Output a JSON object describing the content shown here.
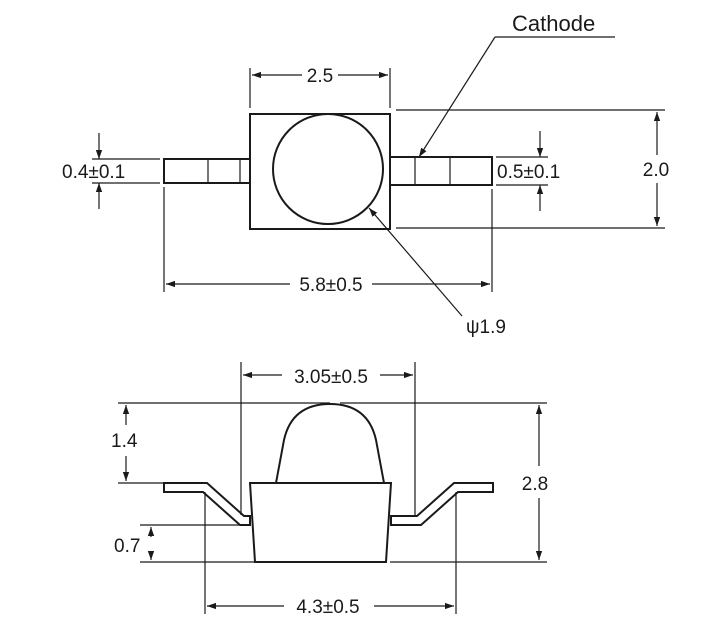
{
  "labels": {
    "cathode": "Cathode",
    "top_width": "2.5",
    "left_lead": "0.4±0.1",
    "right_lead": "0.5±0.1",
    "height_top": "2.0",
    "overall_length": "5.8±0.5",
    "lens_diameter": "ψ1.9",
    "bottom_width": "3.05±0.5",
    "dome_height": "1.4",
    "total_height": "2.8",
    "lead_height": "0.7",
    "lead_span": "4.3±0.5"
  },
  "colors": {
    "line": "#1a1a1a",
    "background": "#ffffff"
  }
}
